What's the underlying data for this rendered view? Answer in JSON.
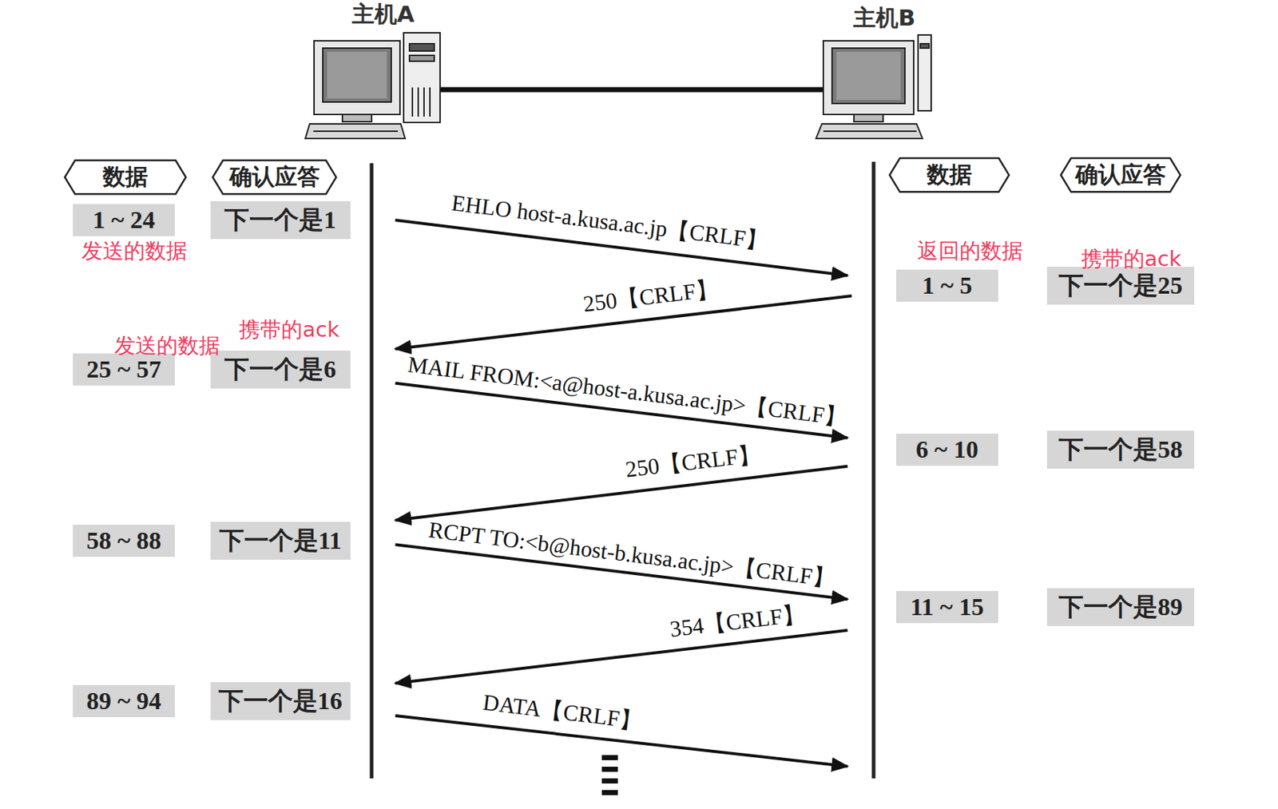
{
  "diagram": {
    "nodes": [
      {
        "text": [
          "数据"
        ]
      },
      {
        "text": [
          "确认应答"
        ]
      },
      {
        "text": [
          "数据"
        ]
      },
      {
        "text": [
          "确认应答"
        ]
      },
      {
        "text": [
          "1 ~ 24"
        ]
      },
      {
        "text": [
          "下一个是1"
        ]
      },
      {
        "text": [
          "1 ~ 5"
        ]
      },
      {
        "text": [
          "下一个是25"
        ]
      },
      {
        "text": [
          "25 ~ 57"
        ]
      },
      {
        "text": [
          "下一个是6"
        ]
      },
      {
        "text": [
          "6 ~ 10"
        ]
      },
      {
        "text": [
          "下一个是58"
        ]
      },
      {
        "text": [
          "58 ~ 88"
        ]
      },
      {
        "text": [
          "下一个是11"
        ]
      },
      {
        "text": [
          "11 ~ 15"
        ]
      },
      {
        "text": [
          "下一个是89"
        ]
      },
      {
        "text": [
          "89 ~ 94"
        ]
      },
      {
        "text": [
          "下一个是16"
        ]
      }
    ],
    "labels": [
      "主机A",
      "主机B",
      "发送的数据",
      "返回的数据",
      "携带的ack",
      "EHLO host-a.kusa.ac.jp【CRLF】",
      "250【CRLF】",
      "携带的ack",
      "发送的数据",
      "MAIL FROM:<a@host-a.kusa.ac.jp>【CRLF】",
      "250【CRLF】",
      "RCPT TO:<b@host-b.kusa.ac.jp>【CRLF】",
      "354【CRLF】",
      "DATA【CRLF】"
    ]
  }
}
